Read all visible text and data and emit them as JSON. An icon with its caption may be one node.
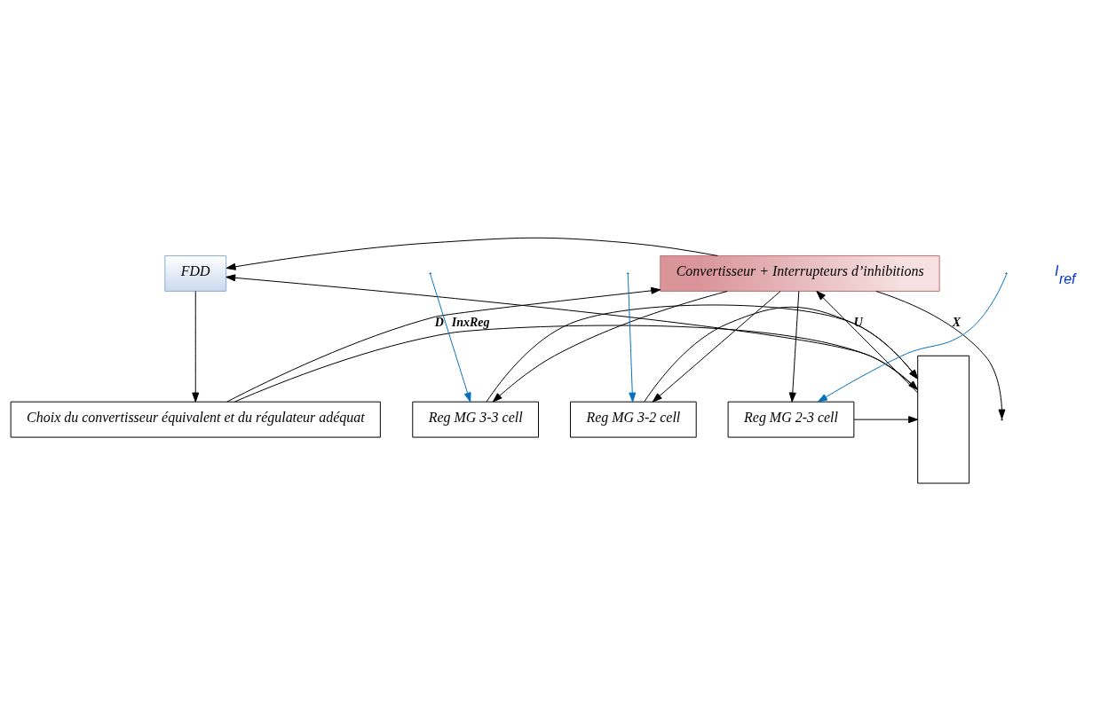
{
  "diagram": {
    "nodes": [
      {
        "text": [
          "FDD"
        ]
      },
      {
        "text": [
          "Convertisseur + Interrupteurs d’inhibitions"
        ]
      },
      {
        "text": [
          "Reg MG 3-3 cell"
        ]
      },
      {
        "text": [
          "Reg MG 2-3 cell"
        ]
      },
      {
        "text": [
          "Reg MG 3-2 cell"
        ]
      },
      {
        "text": [
          "Choix du convertisseur équivalent et du régulateur adéquat"
        ]
      },
      {
        "text": [],
        "shape": "box"
      }
    ],
    "edges": [
      {
        "from": 6,
        "to": 1,
        "arrow": "to",
        "label": "U"
      },
      {
        "from": 6,
        "to": 0,
        "arrow": "to"
      },
      {
        "from": 1,
        "to": null,
        "arrow": "to",
        "label": "X"
      },
      {
        "from": 1,
        "to": 0,
        "arrow": "to"
      },
      {
        "from": 1,
        "to": 2,
        "arrow": "to"
      },
      {
        "from": 1,
        "to": 3,
        "arrow": "to"
      },
      {
        "from": 1,
        "to": 4,
        "arrow": "to"
      },
      {
        "from": 0,
        "to": 5,
        "arrow": "to"
      },
      {
        "from": 5,
        "to": 1,
        "arrow": "to",
        "label": "D"
      },
      {
        "from": 5,
        "to": 6,
        "arrow": "to",
        "label": "InxReg"
      },
      {
        "from": 2,
        "to": 6,
        "arrow": "to"
      },
      {
        "from": 3,
        "to": 6,
        "arrow": "to"
      },
      {
        "from": 4,
        "to": 6,
        "arrow": "to"
      },
      {
        "from": null,
        "to": 2,
        "arrow": "to",
        "color": "#0070c0"
      },
      {
        "from": null,
        "to": 3,
        "arrow": "to",
        "color": "#0070c0"
      },
      {
        "from": null,
        "to": 4,
        "arrow": "to",
        "color": "#0070c0"
      }
    ],
    "labels": [
      "I$_{ref}$"
    ]
  }
}
